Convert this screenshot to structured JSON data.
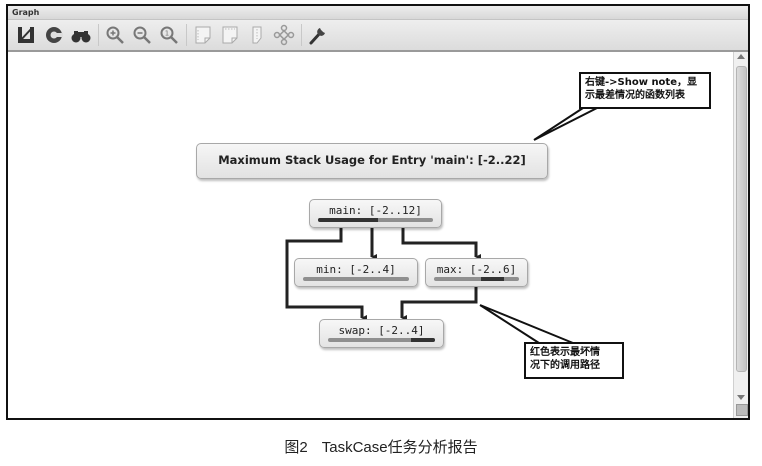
{
  "window": {
    "title": "Graph"
  },
  "toolbar": {
    "buttons": [
      {
        "name": "chart-icon",
        "tooltip": ""
      },
      {
        "name": "refresh-icon",
        "tooltip": ""
      },
      {
        "name": "binoculars-icon",
        "tooltip": ""
      },
      {
        "name": "zoom-in-icon",
        "tooltip": ""
      },
      {
        "name": "zoom-out-icon",
        "tooltip": ""
      },
      {
        "name": "zoom-reset-icon",
        "tooltip": ""
      },
      {
        "name": "fit-page-icon",
        "tooltip": ""
      },
      {
        "name": "fit-width-icon",
        "tooltip": ""
      },
      {
        "name": "fit-height-icon",
        "tooltip": ""
      },
      {
        "name": "move-icon",
        "tooltip": ""
      },
      {
        "name": "wrench-icon",
        "tooltip": ""
      }
    ]
  },
  "graph": {
    "entry_summary": "Maximum Stack Usage for Entry 'main': [-2..22]",
    "nodes": [
      {
        "id": "main",
        "label": "main: [-2..12]",
        "bar_dark_start": 0.0,
        "bar_dark_end": 0.52
      },
      {
        "id": "min",
        "label": "min: [-2..4]",
        "bar_dark_start": 0.0,
        "bar_dark_end": 0.0
      },
      {
        "id": "max",
        "label": "max: [-2..6]",
        "bar_dark_start": 0.55,
        "bar_dark_end": 0.82
      },
      {
        "id": "swap",
        "label": "swap: [-2..4]",
        "bar_dark_start": 0.78,
        "bar_dark_end": 1.0
      }
    ],
    "edges": [
      {
        "from": "main",
        "to": "min"
      },
      {
        "from": "main",
        "to": "max"
      },
      {
        "from": "main",
        "to": "swap"
      },
      {
        "from": "max",
        "to": "swap"
      }
    ]
  },
  "annotations": {
    "note_top": [
      "右键->Show note，显",
      "示最差情况的函数列表"
    ],
    "note_bottom": [
      "红色表示最坏情",
      "况下的调用路径"
    ]
  },
  "caption": {
    "figure": "图2",
    "title": "TaskCase任务分析报告"
  },
  "colors": {
    "bar_dark": "#333333",
    "bar_light": "#8f8f8f",
    "frame": "#111111"
  }
}
